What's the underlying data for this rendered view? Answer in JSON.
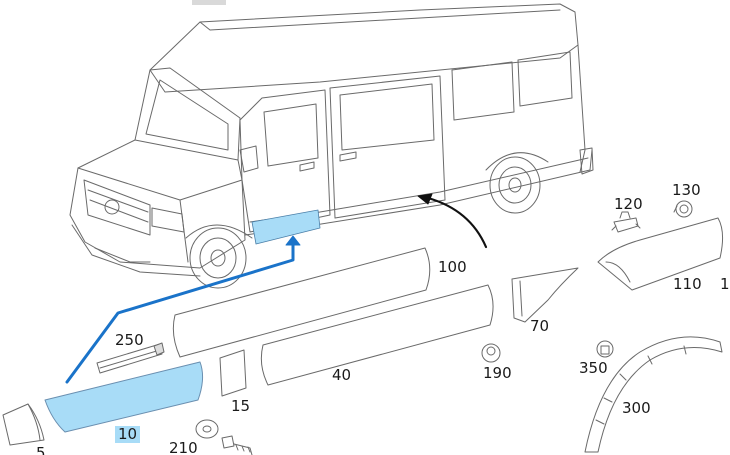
{
  "labels": {
    "p5": "5",
    "p10": "10",
    "p15": "15",
    "p40": "40",
    "p70": "70",
    "p100": "100",
    "p110": "110",
    "p1": "1",
    "p120": "120",
    "p130": "130",
    "p190": "190",
    "p210": "210",
    "p250": "250",
    "p300": "300",
    "p350": "350"
  },
  "colors": {
    "highlight_fill": "#a8dcf7",
    "arrow_blue": "#1a73c9",
    "line": "#6a6a6a",
    "label_chip": "#a8dcf7"
  },
  "selected_part": "10"
}
